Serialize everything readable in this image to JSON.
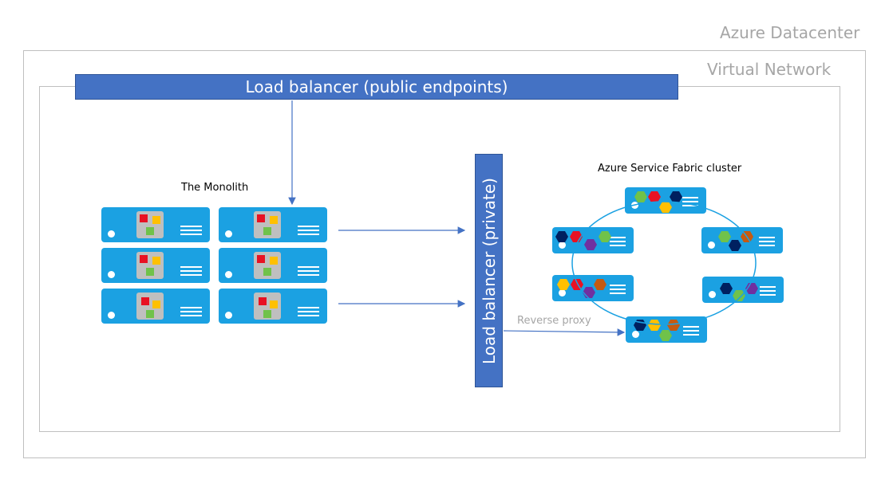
{
  "diagram": {
    "datacenter_label": "Azure Datacenter",
    "vnet_label": "Virtual Network",
    "lb_public_label": "Load balancer (public endpoints)",
    "lb_private_label": "Load balancer (private)",
    "monolith_label": "The Monolith",
    "cluster_label": "Azure Service Fabric cluster",
    "reverse_proxy_label": "Reverse proxy"
  },
  "colors": {
    "lb_fill": "#4472c4",
    "server_fill": "#1ba1e2",
    "arrow": "#4472c4",
    "ring": "#1ba1e2",
    "hex_green": "#70c24a",
    "hex_red": "#e81123",
    "hex_navy": "#002060",
    "hex_yellow": "#ffc000",
    "hex_purple": "#7030a0",
    "hex_orange": "#c55a11"
  }
}
